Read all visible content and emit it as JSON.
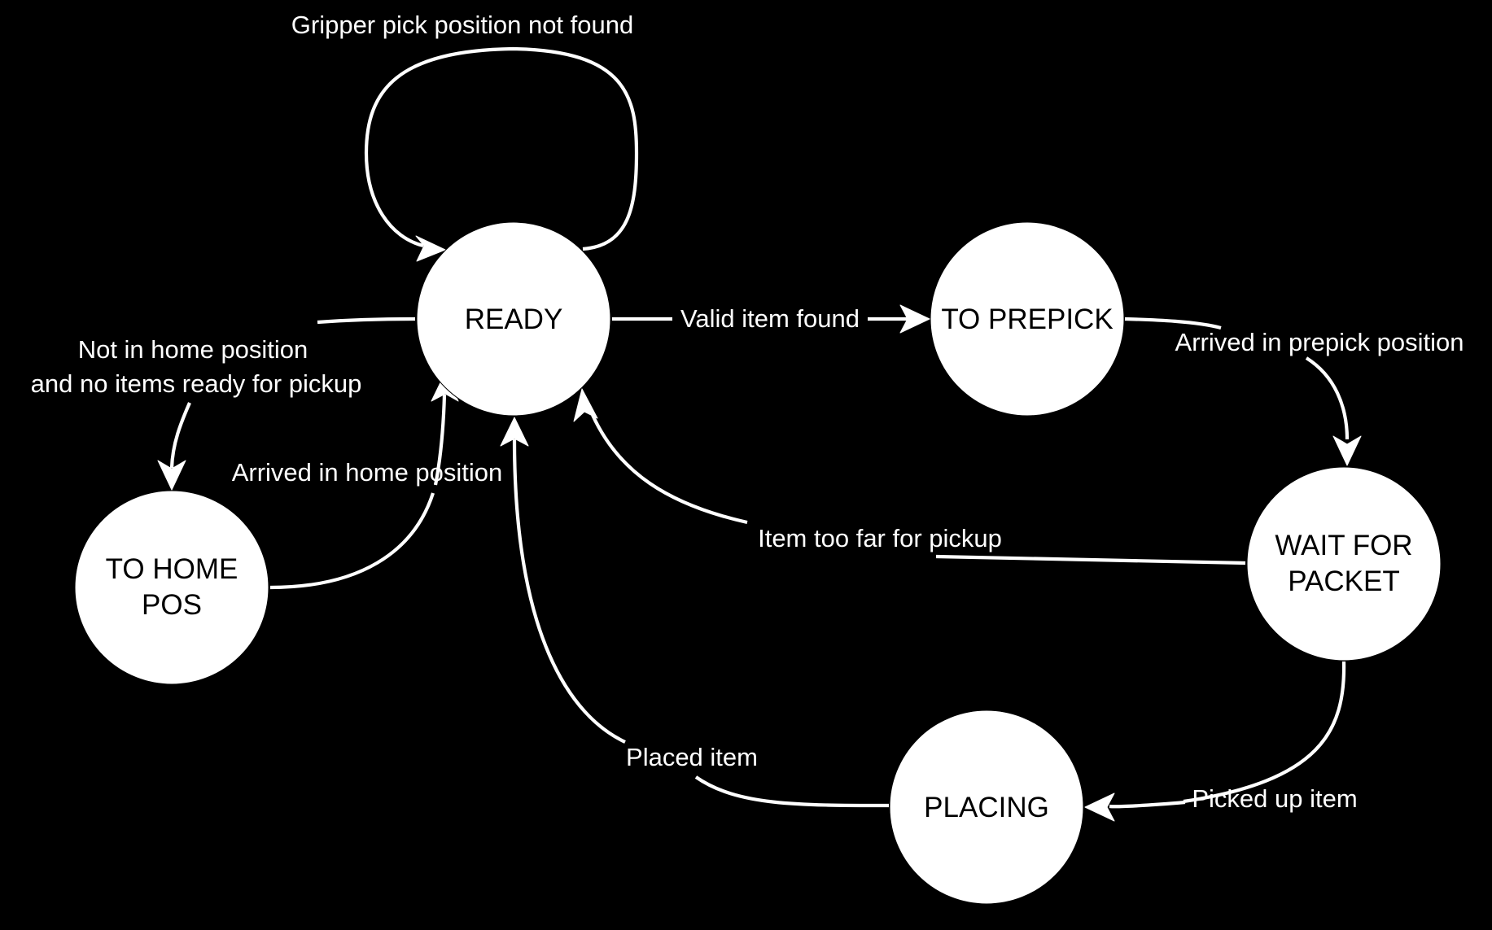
{
  "colors": {
    "background": "#000000",
    "node_fill": "#ffffff",
    "node_text": "#000000",
    "edge": "#ffffff",
    "label_text": "#ffffff"
  },
  "states": {
    "ready": {
      "label": "READY"
    },
    "to_prepick": {
      "label": "TO PREPICK"
    },
    "wait_for_packet": {
      "line1": "WAIT FOR",
      "line2": "PACKET"
    },
    "placing": {
      "label": "PLACING"
    },
    "to_home_pos": {
      "line1": "TO HOME",
      "line2": "POS"
    }
  },
  "transitions": {
    "gripper_not_found": {
      "label": "Gripper pick position not found"
    },
    "valid_item_found": {
      "label": "Valid item found"
    },
    "arrived_prepick": {
      "label": "Arrived in prepick position"
    },
    "item_too_far": {
      "label": "Item too far for pickup"
    },
    "picked_up_item": {
      "label": "Picked up item"
    },
    "placed_item": {
      "label": "Placed item"
    },
    "not_in_home": {
      "line1": "Not in home position",
      "line2": "and no items ready for pickup"
    },
    "arrived_home": {
      "label": "Arrived in home position"
    }
  }
}
